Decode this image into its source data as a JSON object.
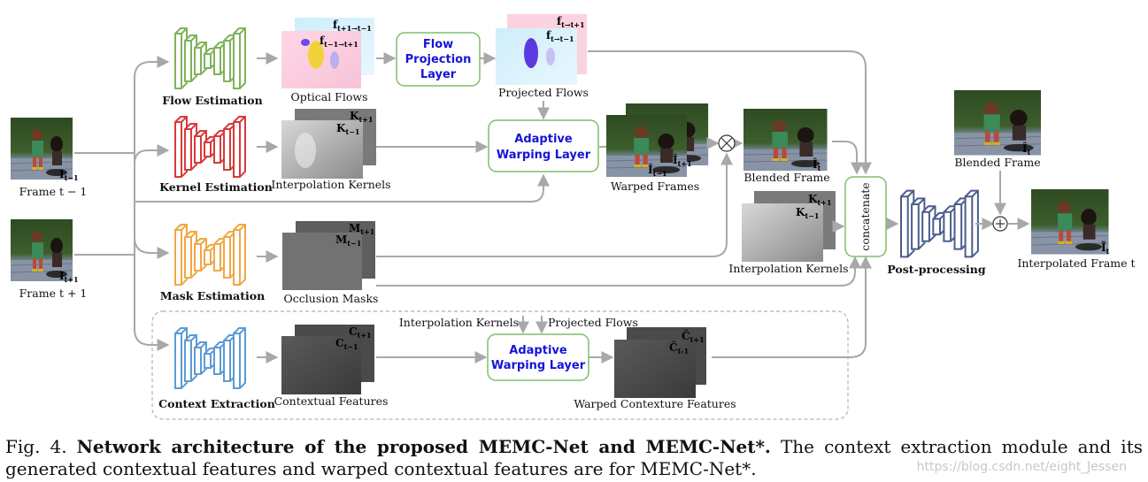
{
  "labels": {
    "frame_prev": "Frame t − 1",
    "frame_next": "Frame t + 1",
    "I_prev": "I",
    "I_prev_sub": "t−1",
    "I_next": "I",
    "I_next_sub": "t+1",
    "flow_estimation": "Flow Estimation",
    "kernel_estimation": "Kernel Estimation",
    "mask_estimation": "Mask Estimation",
    "context_extraction": "Context Extraction",
    "optical_flows": "Optical Flows",
    "interp_kernels": "Interpolation Kernels",
    "occlusion_masks": "Occlusion Masks",
    "contextual_features": "Contextual Features",
    "flow_projection": [
      "Flow",
      "Projection",
      "Layer"
    ],
    "adaptive_warping_1": [
      "Adaptive",
      "Warping Layer"
    ],
    "adaptive_warping_2": [
      "Adaptive",
      "Warping Layer"
    ],
    "projected_flows": "Projected Flows",
    "warped_frames": "Warped Frames",
    "blended_frame_1": "Blended Frame",
    "blended_frame_2": "Blended Frame",
    "interp_kernels_2": "Interpolation Kernels",
    "concatenate": "concatenate",
    "post_processing": "Post-processing",
    "interpolated_frame": "Interpolated Frame t",
    "warped_contexture": "Warped Contexture Features",
    "interp_kernels_in": "Interpolation Kernels",
    "projected_flows_in": "Projected Flows",
    "f_prev_next": "f",
    "f_prev_next_sub": "t+1→t−1",
    "f_next_prev": "f",
    "f_next_prev_sub": "t−1→t+1",
    "pf_top": "f",
    "pf_top_sub": "t→t+1",
    "pf_bottom": "f",
    "pf_bottom_sub": "t→t−1",
    "K_top": "K",
    "K_top_sub": "t+1",
    "K_bottom": "K",
    "K_bottom_sub": "t−1",
    "M_top": "M",
    "M_top_sub": "t+1",
    "M_bottom": "M",
    "M_bottom_sub": "t−1",
    "C_top": "C",
    "C_top_sub": "t+1",
    "C_bottom": "C",
    "C_bottom_sub": "t−1",
    "Ihat_top": "Î",
    "Ihat_top_sub": "t+1",
    "Ihat_bottom": "Î",
    "Ihat_bottom_sub": "t−1",
    "Chat_top": "Ĉ",
    "Chat_top_sub": "t+1",
    "Chat_bottom": "Ĉ",
    "Chat_bottom_sub": "t-1",
    "Ihat_t": "Î",
    "Ihat_t_sub": "t",
    "Ihat_t_2": "Î",
    "Ihat_t_2_sub": "t",
    "Itilde_t": "Ĩ",
    "Itilde_t_sub": "t",
    "K2_top": "K",
    "K2_top_sub": "t+1",
    "K2_bottom": "K",
    "K2_bottom_sub": "t−1"
  },
  "caption": {
    "prefix": "Fig. 4. ",
    "bold": "Network architecture of the proposed MEMC-Net and MEMC-Net*.",
    "rest": " The context extraction module and its generated contextual features and warped contextual features are for MEMC-Net*."
  },
  "watermark": "https://blog.csdn.net/eight_Jessen",
  "colors": {
    "flow": "#7fb35a",
    "kernel": "#d83a3a",
    "mask": "#f0a844",
    "context": "#5b9bd5",
    "post": "#4a5d8c",
    "green_box": "#7fbf6a",
    "arrow": "#a8a8a8",
    "blue_text": "#1414d8"
  }
}
